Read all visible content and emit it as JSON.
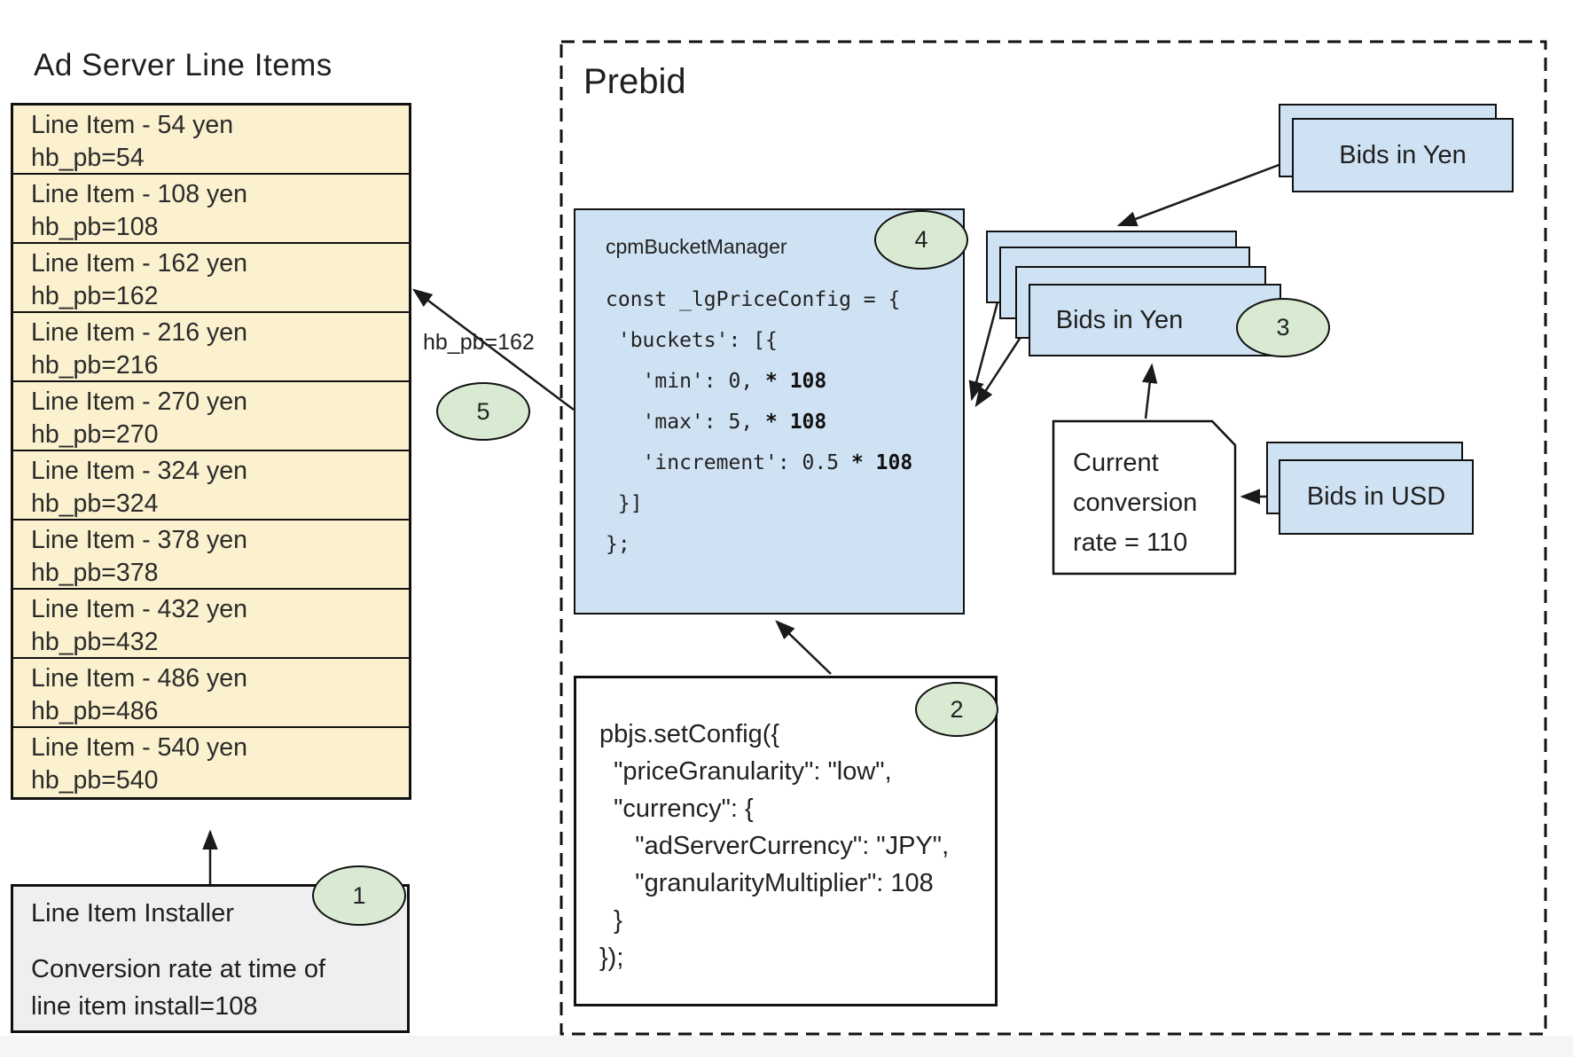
{
  "ad_server": {
    "title": "Ad Server Line Items",
    "line_items": [
      {
        "name": "Line Item - 54 yen",
        "hb_pb": "hb_pb=54"
      },
      {
        "name": "Line Item - 108 yen",
        "hb_pb": "hb_pb=108"
      },
      {
        "name": "Line Item - 162 yen",
        "hb_pb": "hb_pb=162"
      },
      {
        "name": "Line Item - 216 yen",
        "hb_pb": "hb_pb=216"
      },
      {
        "name": "Line Item - 270 yen",
        "hb_pb": "hb_pb=270"
      },
      {
        "name": "Line Item - 324 yen",
        "hb_pb": "hb_pb=324"
      },
      {
        "name": "Line Item - 378 yen",
        "hb_pb": "hb_pb=378"
      },
      {
        "name": "Line Item - 432 yen",
        "hb_pb": "hb_pb=432"
      },
      {
        "name": "Line Item - 486 yen",
        "hb_pb": "hb_pb=486"
      },
      {
        "name": "Line Item - 540 yen",
        "hb_pb": "hb_pb=540"
      }
    ],
    "installer": {
      "title": "Line Item Installer",
      "badge": "1",
      "note": "Conversion rate at time of\nline item install=108"
    }
  },
  "prebid": {
    "title": "Prebid",
    "cpm_bucket_manager": {
      "title": "cpmBucketManager",
      "badge": "4",
      "code_lines": [
        [
          {
            "t": "const _lgPriceConfig = {"
          }
        ],
        [
          {
            "t": " 'buckets': [{"
          }
        ],
        [
          {
            "t": "   'min': 0, "
          },
          {
            "t": "* 108",
            "b": true
          }
        ],
        [
          {
            "t": "   'max': 5, "
          },
          {
            "t": "* 108",
            "b": true
          }
        ],
        [
          {
            "t": "   'increment': 0.5 "
          },
          {
            "t": "* 108",
            "b": true
          }
        ],
        [
          {
            "t": " }]"
          }
        ],
        [
          {
            "t": "};"
          }
        ]
      ]
    },
    "set_config": {
      "badge": "2",
      "code": "pbjs.setConfig({\n  \"priceGranularity\": \"low\",\n  \"currency\": {\n     \"adServerCurrency\": \"JPY\",\n     \"granularityMultiplier\": 108\n  }\n});"
    },
    "bids_in_yen_top": {
      "label": "Bids in Yen"
    },
    "bids_in_yen_stack": {
      "label": "Bids in Yen",
      "badge": "3"
    },
    "bids_in_usd": {
      "label": "Bids in USD"
    },
    "conversion_note": {
      "text": "Current\nconversion\nrate = 110"
    },
    "hb_pb_callout": {
      "label": "hb_pb=162",
      "badge": "5"
    }
  },
  "colors": {
    "card_blue": "#cfe2f3",
    "badge_green": "#d9ead3",
    "row_cream": "#fbf1ce",
    "installer_gray": "#efefef",
    "line_black": "#1a1a1a"
  }
}
